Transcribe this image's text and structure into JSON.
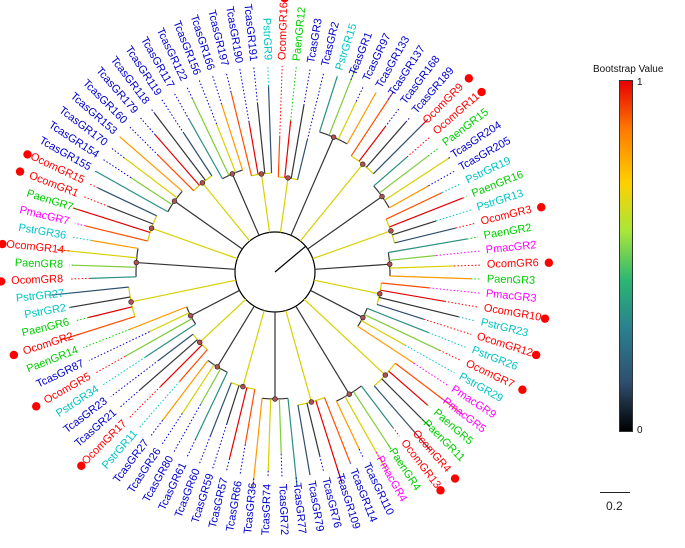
{
  "legend": {
    "title": "Bootstrap Value",
    "max_label": "1",
    "min_label": "0",
    "gradient": [
      "#e60000",
      "#ff7a00",
      "#ffd000",
      "#a8e63a",
      "#2bb673",
      "#2a7f8f",
      "#2f4f6f",
      "#000000"
    ]
  },
  "scale_bar": {
    "label": "0.2"
  },
  "species_colors": {
    "Ocom": "#ff0000",
    "Paen": "#00cc00",
    "Pstr": "#00c4c4",
    "Pmac": "#ff00ff",
    "Tcas": "#0000cc"
  },
  "marker_color": "#ff0000",
  "leaves": [
    {
      "name": "OcomGR16",
      "species": "Ocom",
      "marked": true
    },
    {
      "name": "PaenGR12",
      "species": "Paen",
      "marked": false
    },
    {
      "name": "TcasGR3",
      "species": "Tcas",
      "marked": false
    },
    {
      "name": "TcasGR2",
      "species": "Tcas",
      "marked": false
    },
    {
      "name": "PstrGR15",
      "species": "Pstr",
      "marked": false
    },
    {
      "name": "TcasGR1",
      "species": "Tcas",
      "marked": false
    },
    {
      "name": "TcasGR97",
      "species": "Tcas",
      "marked": false
    },
    {
      "name": "TcasGR133",
      "species": "Tcas",
      "marked": false
    },
    {
      "name": "TcasGR137",
      "species": "Tcas",
      "marked": false
    },
    {
      "name": "TcasGR168",
      "species": "Tcas",
      "marked": false
    },
    {
      "name": "TcasGR189",
      "species": "Tcas",
      "marked": false
    },
    {
      "name": "OcomGR9",
      "species": "Ocom",
      "marked": true
    },
    {
      "name": "OcomGR11",
      "species": "Ocom",
      "marked": true
    },
    {
      "name": "PaenGR15",
      "species": "Paen",
      "marked": false
    },
    {
      "name": "TcasGR204",
      "species": "Tcas",
      "marked": false
    },
    {
      "name": "TcasGR205",
      "species": "Tcas",
      "marked": false
    },
    {
      "name": "PstrGR19",
      "species": "Pstr",
      "marked": false
    },
    {
      "name": "PaenGR16",
      "species": "Paen",
      "marked": false
    },
    {
      "name": "PstrGR13",
      "species": "Pstr",
      "marked": false
    },
    {
      "name": "OcomGR3",
      "species": "Ocom",
      "marked": true
    },
    {
      "name": "PaenGR2",
      "species": "Paen",
      "marked": false
    },
    {
      "name": "PmacGR2",
      "species": "Pmac",
      "marked": false
    },
    {
      "name": "OcomGR6",
      "species": "Ocom",
      "marked": true
    },
    {
      "name": "PaenGR3",
      "species": "Paen",
      "marked": false
    },
    {
      "name": "PmacGR3",
      "species": "Pmac",
      "marked": false
    },
    {
      "name": "OcomGR10",
      "species": "Ocom",
      "marked": true
    },
    {
      "name": "PstrGR23",
      "species": "Pstr",
      "marked": false
    },
    {
      "name": "OcomGR12",
      "species": "Ocom",
      "marked": true
    },
    {
      "name": "PstrGR26",
      "species": "Pstr",
      "marked": false
    },
    {
      "name": "OcomGR7",
      "species": "Ocom",
      "marked": true
    },
    {
      "name": "PstrGR29",
      "species": "Pstr",
      "marked": false
    },
    {
      "name": "PmacGR9",
      "species": "Pmac",
      "marked": false
    },
    {
      "name": "PmacGR5",
      "species": "Pmac",
      "marked": false
    },
    {
      "name": "PaenGR5",
      "species": "Paen",
      "marked": false
    },
    {
      "name": "PaenGR11",
      "species": "Paen",
      "marked": false
    },
    {
      "name": "OcomGR4",
      "species": "Ocom",
      "marked": true
    },
    {
      "name": "OcomGR13",
      "species": "Ocom",
      "marked": true
    },
    {
      "name": "PaenGR4",
      "species": "Paen",
      "marked": false
    },
    {
      "name": "PmacGR4",
      "species": "Pmac",
      "marked": false
    },
    {
      "name": "TcasGR110",
      "species": "Tcas",
      "marked": false
    },
    {
      "name": "TcasGR114",
      "species": "Tcas",
      "marked": false
    },
    {
      "name": "TcasGR109",
      "species": "Tcas",
      "marked": false
    },
    {
      "name": "TcasGR76",
      "species": "Tcas",
      "marked": false
    },
    {
      "name": "TcasGR79",
      "species": "Tcas",
      "marked": false
    },
    {
      "name": "TcasGR77",
      "species": "Tcas",
      "marked": false
    },
    {
      "name": "TcasGR72",
      "species": "Tcas",
      "marked": false
    },
    {
      "name": "TcasGR74",
      "species": "Tcas",
      "marked": false
    },
    {
      "name": "TcasGR36",
      "species": "Tcas",
      "marked": false
    },
    {
      "name": "TcasGR66",
      "species": "Tcas",
      "marked": false
    },
    {
      "name": "TcasGR57",
      "species": "Tcas",
      "marked": false
    },
    {
      "name": "TcasGR59",
      "species": "Tcas",
      "marked": false
    },
    {
      "name": "TcasGR60",
      "species": "Tcas",
      "marked": false
    },
    {
      "name": "TcasGR61",
      "species": "Tcas",
      "marked": false
    },
    {
      "name": "TcasGR80",
      "species": "Tcas",
      "marked": false
    },
    {
      "name": "TcasGR26",
      "species": "Tcas",
      "marked": false
    },
    {
      "name": "TcasGR27",
      "species": "Tcas",
      "marked": false
    },
    {
      "name": "PstrGR11",
      "species": "Pstr",
      "marked": false
    },
    {
      "name": "OcomGR17",
      "species": "Ocom",
      "marked": true
    },
    {
      "name": "TcasGR21",
      "species": "Tcas",
      "marked": false
    },
    {
      "name": "TcasGR23",
      "species": "Tcas",
      "marked": false
    },
    {
      "name": "PstrGR34",
      "species": "Pstr",
      "marked": false
    },
    {
      "name": "OcomGR5",
      "species": "Ocom",
      "marked": true
    },
    {
      "name": "TcasGR87",
      "species": "Tcas",
      "marked": false
    },
    {
      "name": "PaenGR14",
      "species": "Paen",
      "marked": false
    },
    {
      "name": "OcomGR2",
      "species": "Ocom",
      "marked": true
    },
    {
      "name": "PaenGR6",
      "species": "Paen",
      "marked": false
    },
    {
      "name": "PstrGR2",
      "species": "Pstr",
      "marked": false
    },
    {
      "name": "PstrGR27",
      "species": "Pstr",
      "marked": false
    },
    {
      "name": "OcomGR8",
      "species": "Ocom",
      "marked": true
    },
    {
      "name": "PaenGR8",
      "species": "Paen",
      "marked": false
    },
    {
      "name": "OcomGR14",
      "species": "Ocom",
      "marked": true
    },
    {
      "name": "PstrGR36",
      "species": "Pstr",
      "marked": false
    },
    {
      "name": "PmacGR7",
      "species": "Pmac",
      "marked": false
    },
    {
      "name": "PaenGR7",
      "species": "Paen",
      "marked": false
    },
    {
      "name": "OcomGR1",
      "species": "Ocom",
      "marked": true
    },
    {
      "name": "OcomGR15",
      "species": "Ocom",
      "marked": true
    },
    {
      "name": "TcasGR155",
      "species": "Tcas",
      "marked": false
    },
    {
      "name": "TcasGR154",
      "species": "Tcas",
      "marked": false
    },
    {
      "name": "TcasGR170",
      "species": "Tcas",
      "marked": false
    },
    {
      "name": "TcasGR153",
      "species": "Tcas",
      "marked": false
    },
    {
      "name": "TcasGR160",
      "species": "Tcas",
      "marked": false
    },
    {
      "name": "TcasGR179",
      "species": "Tcas",
      "marked": false
    },
    {
      "name": "TcasGR118",
      "species": "Tcas",
      "marked": false
    },
    {
      "name": "TcasGR119",
      "species": "Tcas",
      "marked": false
    },
    {
      "name": "TcasGR117",
      "species": "Tcas",
      "marked": false
    },
    {
      "name": "TcasGR122",
      "species": "Tcas",
      "marked": false
    },
    {
      "name": "TcasGR156",
      "species": "Tcas",
      "marked": false
    },
    {
      "name": "TcasGR166",
      "species": "Tcas",
      "marked": false
    },
    {
      "name": "TcasGR197",
      "species": "Tcas",
      "marked": false
    },
    {
      "name": "TcasGR190",
      "species": "Tcas",
      "marked": false
    },
    {
      "name": "TcasGR191",
      "species": "Tcas",
      "marked": false
    },
    {
      "name": "PstrGR9",
      "species": "Pstr",
      "marked": false
    }
  ]
}
